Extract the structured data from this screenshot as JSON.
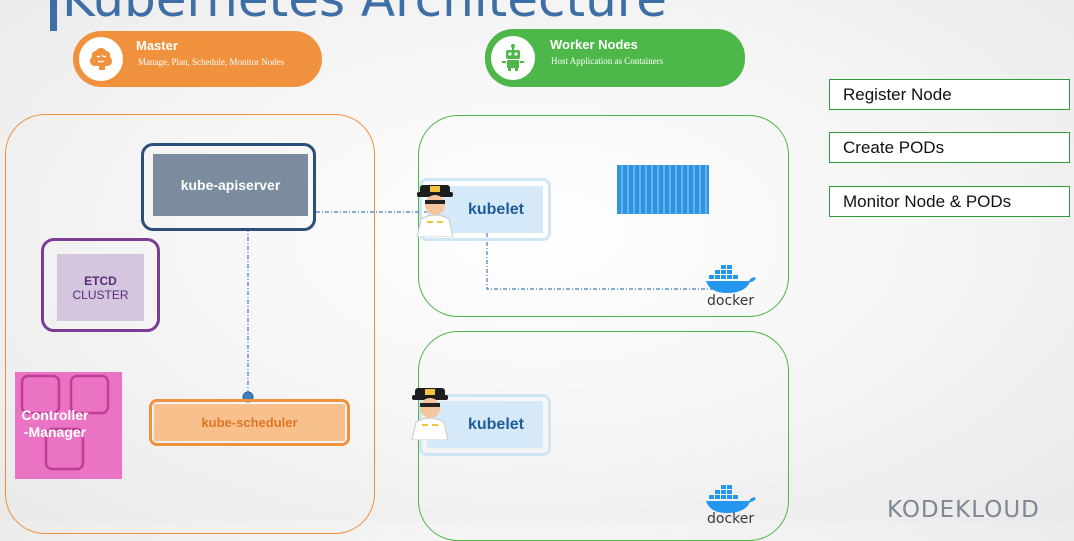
{
  "title": "Kubernetes Architecture",
  "master": {
    "name": "Master",
    "description": "Manage, Plan, Schedule, Monitor Nodes"
  },
  "worker": {
    "name": "Worker Nodes",
    "description": "Host Application as Containers"
  },
  "components": {
    "apiserver": "kube-apiserver",
    "etcd_line1": "ETCD",
    "etcd_line2": "CLUSTER",
    "controller_line1": "Controller",
    "controller_line2": "-Manager",
    "scheduler": "kube-scheduler",
    "kubelet1": "kubelet",
    "kubelet2": "kubelet"
  },
  "docker_label": "docker",
  "responsibilities": [
    "Register Node",
    "Create PODs",
    "Monitor Node & PODs"
  ],
  "brand": "KODEKLOUD",
  "colors": {
    "master_orange": "#f0913e",
    "worker_green": "#4db849",
    "apiserver_navy": "#2c4f79",
    "etcd_purple": "#7b3c93",
    "controller_pink": "#e25fb6",
    "scheduler_orange": "#f0913e",
    "kubelet_blue": "#d6e9f8"
  },
  "icons": {
    "master": "brain-icon",
    "worker": "robot-icon",
    "captain": "captain-icon",
    "docker": "docker-whale-icon",
    "container": "shipping-container-icon"
  }
}
